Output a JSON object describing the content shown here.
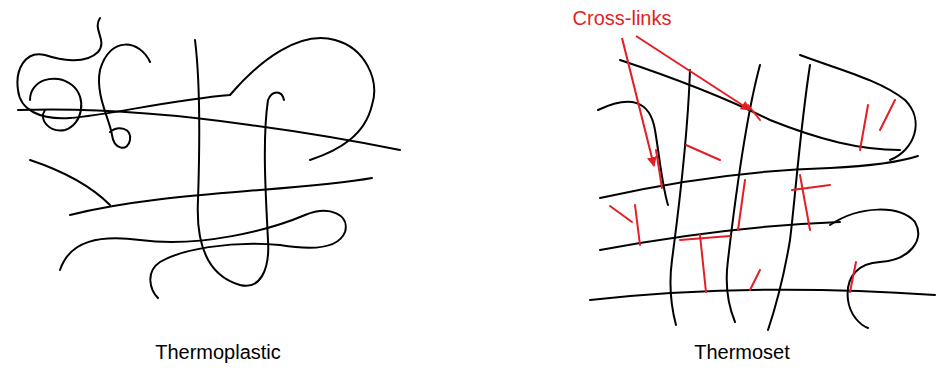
{
  "diagram": {
    "labels": [
      "Cross-links",
      "Thermoplastic",
      "Thermoset"
    ]
  }
}
